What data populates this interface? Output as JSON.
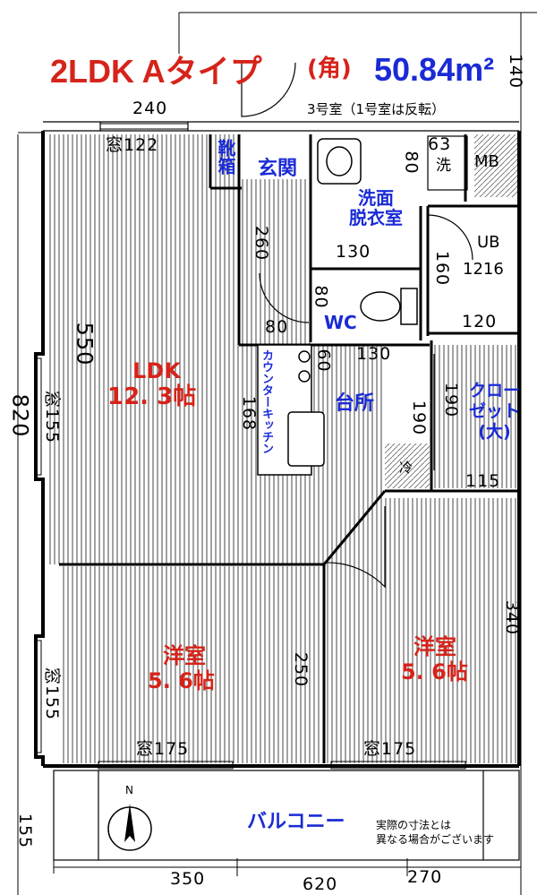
{
  "header": {
    "type_label": "2LDK Aタイプ",
    "corner": "(角)",
    "area": "50.84m²",
    "unit_note": "3号室（1号室は反転）"
  },
  "rooms": {
    "ldk_name": "LDK",
    "ldk_size": "12. 3帖",
    "western1_name": "洋室",
    "western1_size": "5. 6帖",
    "western2_name": "洋室",
    "western2_size": "5. 6帖",
    "entrance": "玄関",
    "shoe_box": "靴箱",
    "washroom": "洗面\n脱衣室",
    "ub": "UB",
    "ub_size": "1216",
    "wc": "WC",
    "kitchen": "台所",
    "counter_kitchen": "カウンターキッチン",
    "closet": "クロー\nゼット\n(大)",
    "mb": "MB",
    "washer": "洗",
    "fridge": "冷",
    "balcony": "バルコニー"
  },
  "dimensions": {
    "d140": "140",
    "d240": "240",
    "w122": "窓122",
    "d63": "63",
    "d80a": "80",
    "d260": "260",
    "d130a": "130",
    "d160": "160",
    "d80b": "80",
    "d80c": "80",
    "d120": "120",
    "d550": "550",
    "d60": "60",
    "d130b": "130",
    "d168": "168",
    "d190a": "190",
    "d190b": "190",
    "d115": "115",
    "d820": "820",
    "w155a": "窓155",
    "d340": "340",
    "d250": "250",
    "w155b": "窓155",
    "w175a": "窓175",
    "w175b": "窓175",
    "d155": "155",
    "d350": "350",
    "d620": "620",
    "d270": "270"
  },
  "notes": {
    "disclaimer": "実際の寸法とは\n異なる場合がございます",
    "north": "N"
  },
  "colors": {
    "blue": "#1a2bd6",
    "red": "#d6231a",
    "line": "#000000",
    "floor_stripe": "#555555"
  }
}
